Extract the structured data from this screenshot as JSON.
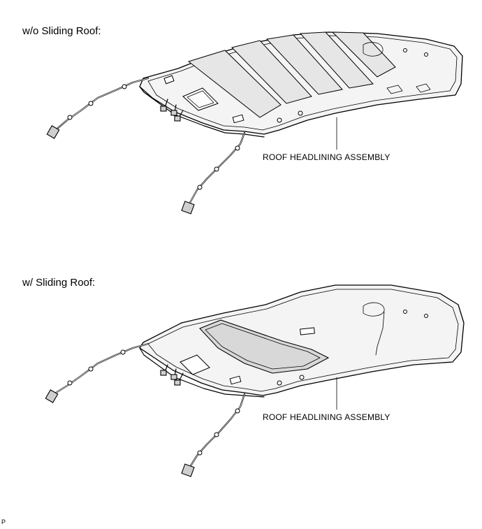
{
  "figures": [
    {
      "heading": "w/o Sliding Roof:",
      "callout": "ROOF HEADLINING ASSEMBLY"
    },
    {
      "heading": "w/ Sliding Roof:",
      "callout": "ROOF HEADLINING ASSEMBLY"
    }
  ],
  "figure_code": "P"
}
